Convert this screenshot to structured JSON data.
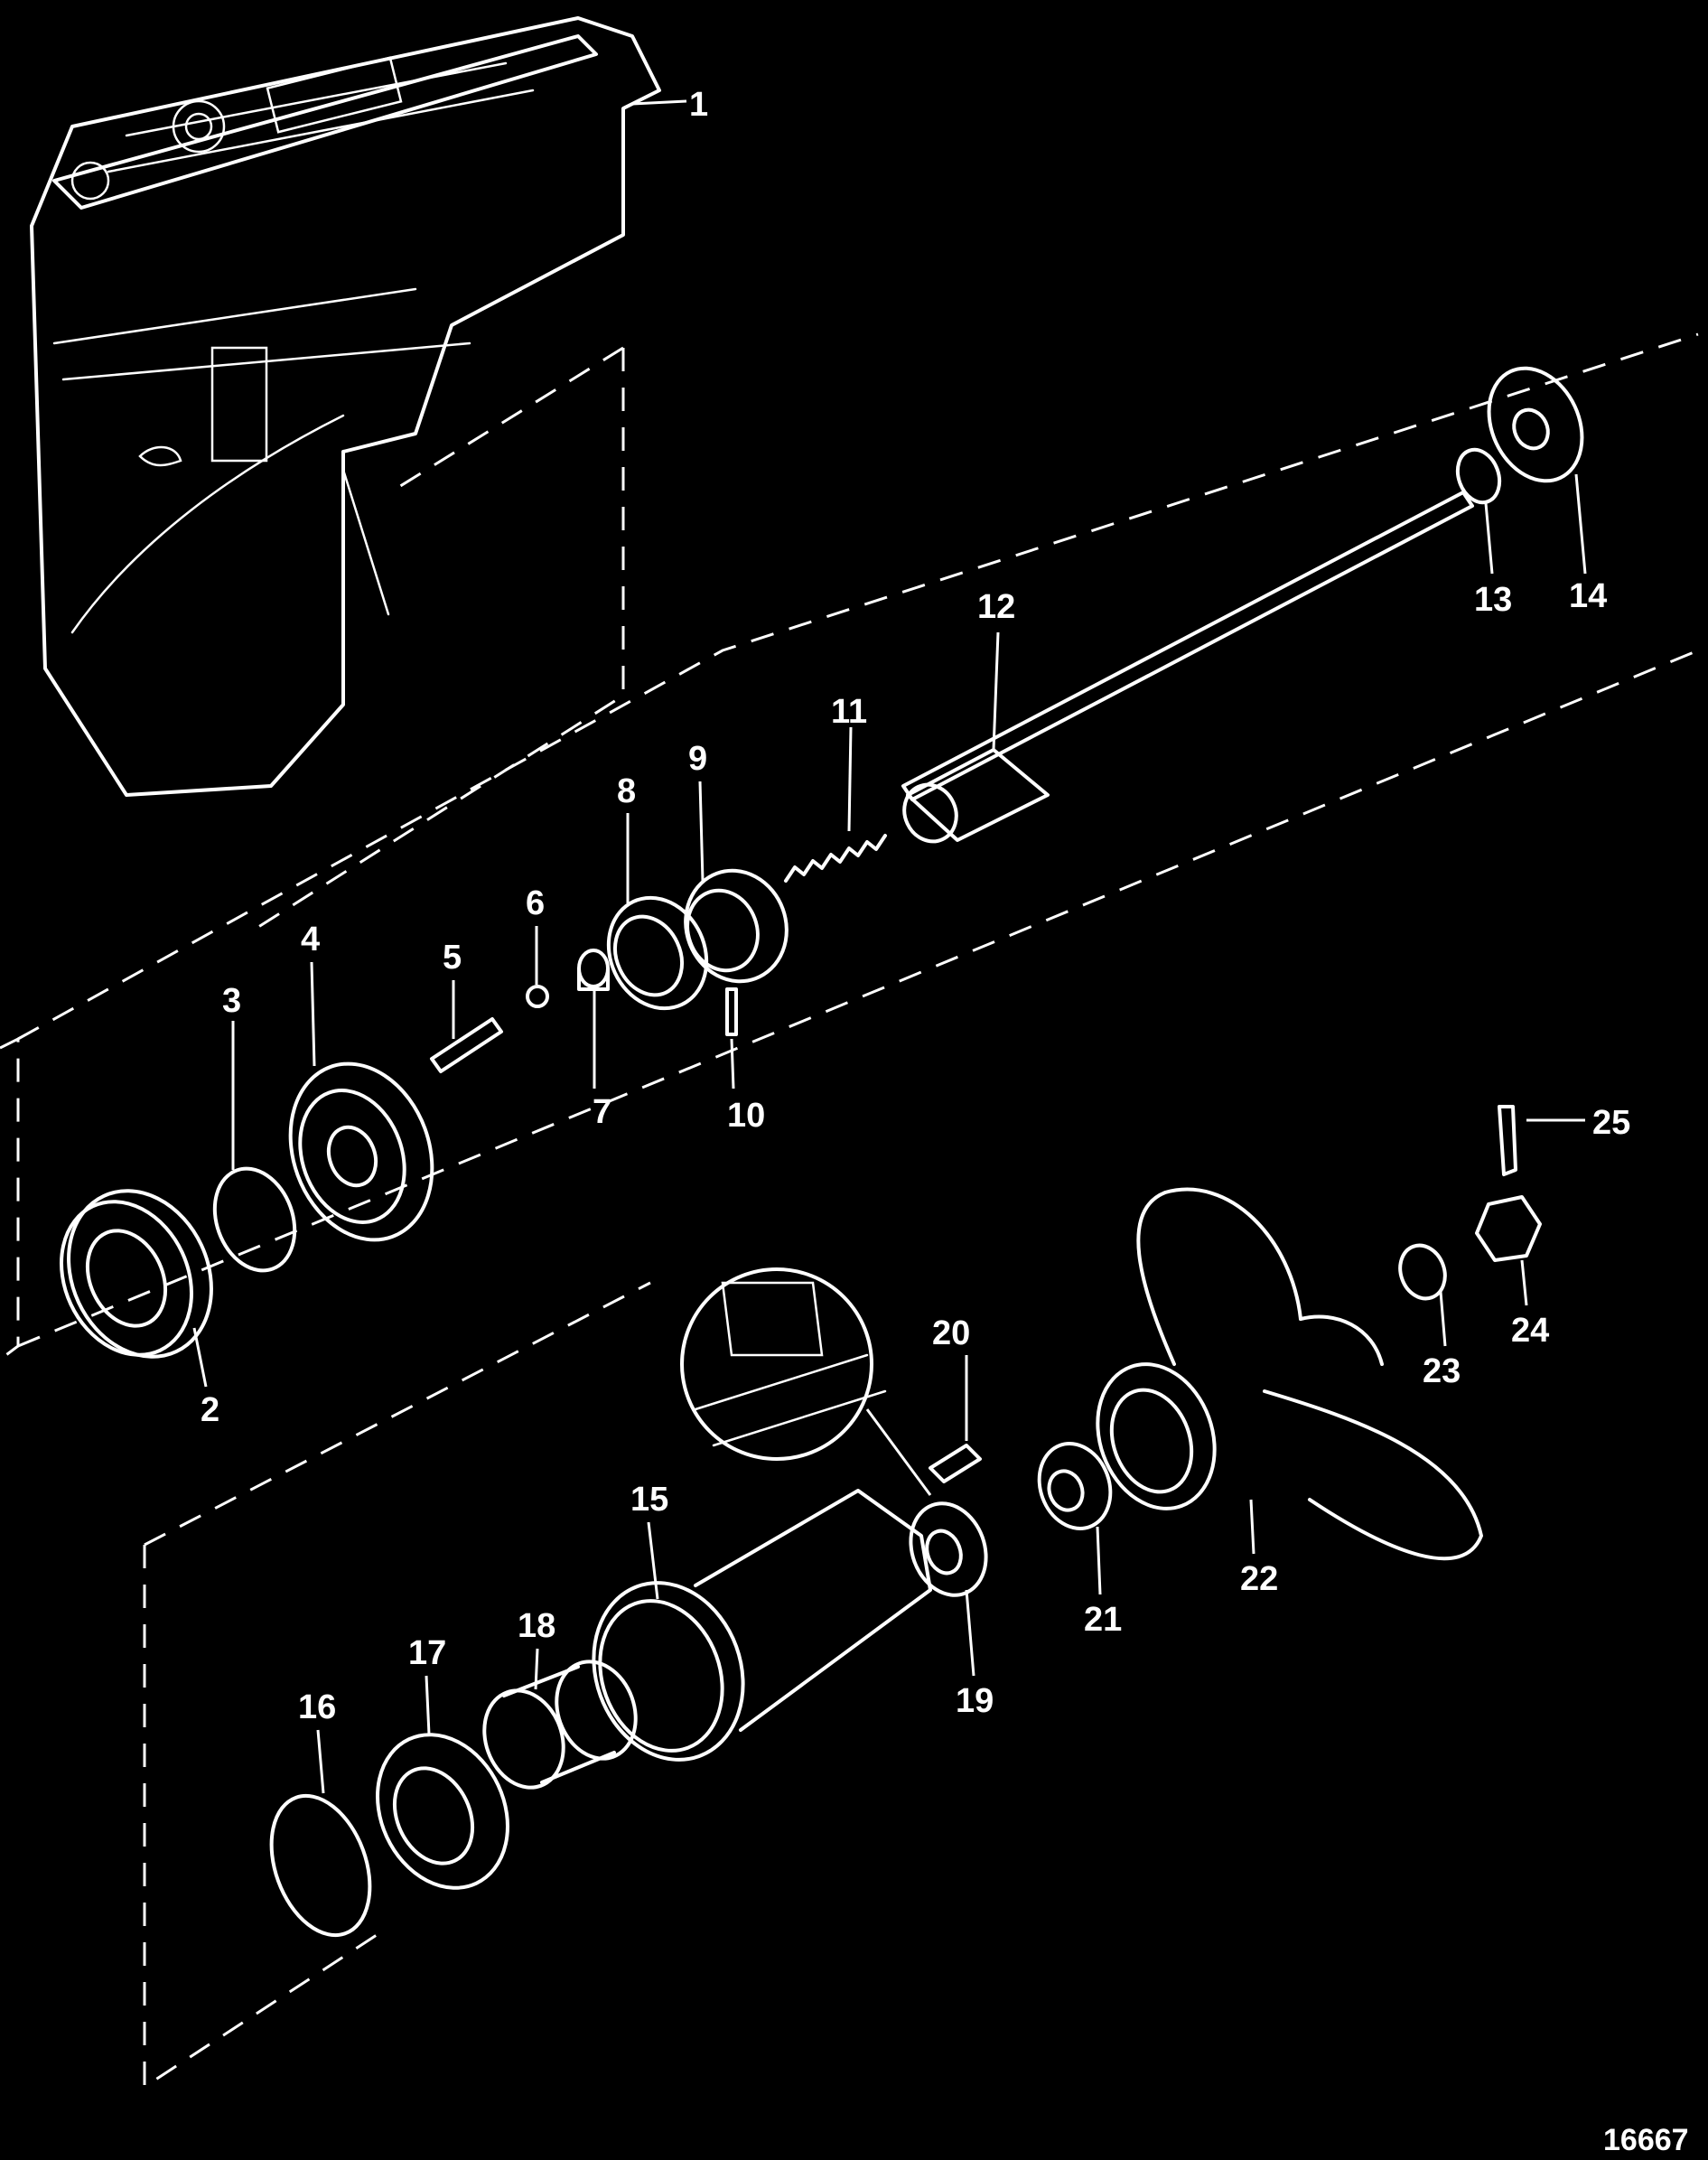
{
  "figure_number": "16667",
  "callouts": [
    "1",
    "2",
    "3",
    "4",
    "5",
    "6",
    "7",
    "8",
    "9",
    "10",
    "11",
    "12",
    "13",
    "14",
    "15",
    "16",
    "17",
    "18",
    "19",
    "20",
    "21",
    "22",
    "23",
    "24",
    "25"
  ]
}
